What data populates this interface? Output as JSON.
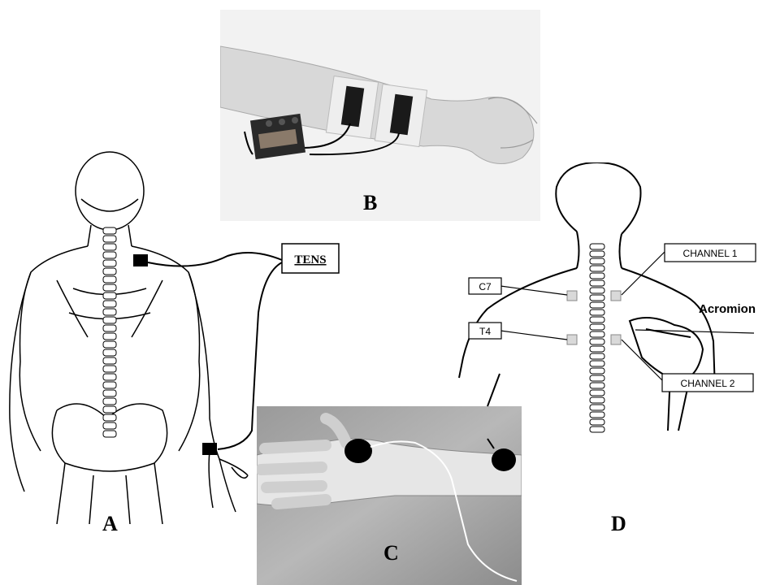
{
  "figure": {
    "panels": {
      "A": {
        "letter": "A",
        "device_label": "TENS"
      },
      "B": {
        "letter": "B"
      },
      "C": {
        "letter": "C"
      },
      "D": {
        "letter": "D",
        "labels": {
          "channel1": "CHANNEL 1",
          "channel2": "CHANNEL 2",
          "c7": "C7",
          "t4": "T4",
          "acromion": "Acromion"
        }
      }
    }
  }
}
